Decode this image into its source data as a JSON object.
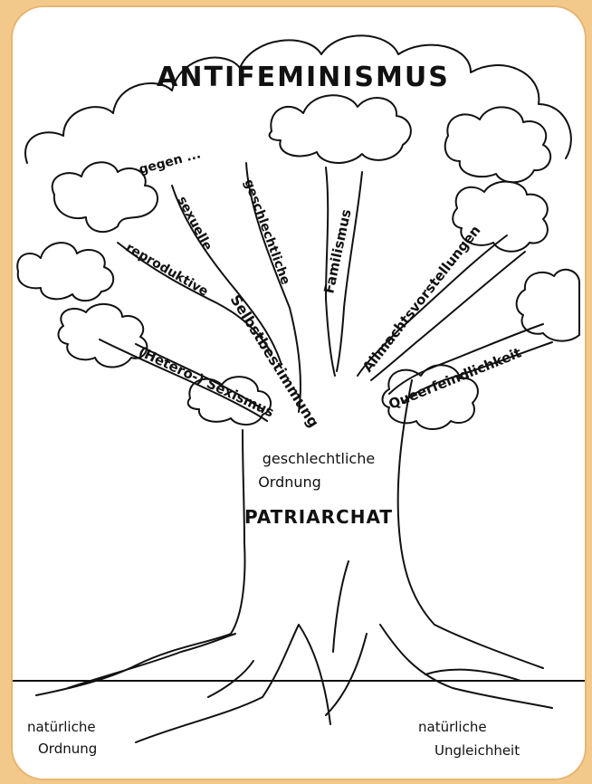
{
  "title": "ANTIFEMINISMUS",
  "branches": {
    "gegen": "gegen ...",
    "sexuelle": "sexuelle",
    "geschlechtliche": "geschlechtliche",
    "reproduktive": "reproduktive",
    "selbstbestimmung": "Selbstbestimmung",
    "hetero_sexismus": "(Hetero-) Sexismus",
    "familismus": "Familismus",
    "allmacht": "Allmachtsvorstellungen",
    "queerfeindlichkeit": "Queerfeindlichkeit"
  },
  "trunk": {
    "line1": "geschlechtliche",
    "line2": "Ordnung",
    "patriarchat": "PATRIARCHAT"
  },
  "roots": {
    "left_line1": "natürliche",
    "left_line2": "Ordnung",
    "right_line1": "natürliche",
    "right_line2": "Ungleichheit"
  }
}
